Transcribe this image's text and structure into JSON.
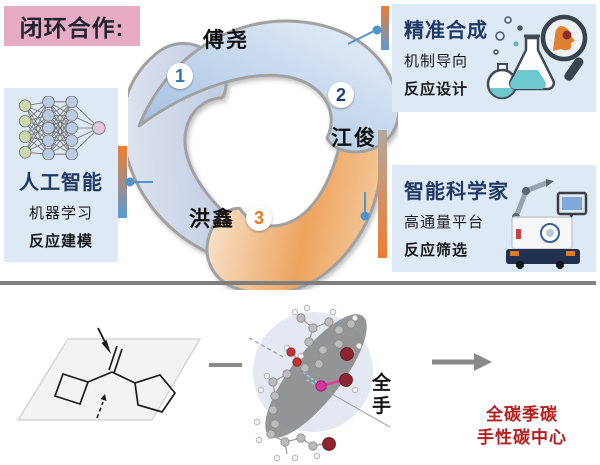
{
  "title": {
    "label": "闭环合作:"
  },
  "cycle": {
    "nodes": [
      {
        "num": "1",
        "name": "傅尧",
        "badge_color": "#2e74b5",
        "blade_color": "light-blue"
      },
      {
        "num": "2",
        "name": "江俊",
        "badge_color": "#1f4177",
        "blade_color": "orange"
      },
      {
        "num": "3",
        "name": "洪鑫",
        "badge_color": "#e87722",
        "blade_color": "lavender-blue"
      }
    ]
  },
  "boxes": {
    "ai": {
      "title": "人工智能",
      "line1": "机器学习",
      "line2": "反应建模",
      "icon": "neural-network-icon"
    },
    "synthesis": {
      "title": "精准合成",
      "line1": "机制导向",
      "line2": "反应设计",
      "icon": "flask-magnifier-icon"
    },
    "scientist": {
      "title": "智能科学家",
      "line1": "高通量平台",
      "line2": "反应筛选",
      "icon": "robot-icon"
    }
  },
  "bottom": {
    "clipped_label": {
      "line1": "全",
      "line2": "手"
    },
    "result_label": {
      "line1": "全碳季碳",
      "line2": "手性碳中心"
    }
  },
  "icons": [
    "neural-network-icon",
    "flask-magnifier-icon",
    "robot-icon",
    "swirl-cycle-arrows",
    "molecule-2d-sketch",
    "molecule-3d-model",
    "right-arrow-icon"
  ],
  "colors": {
    "box_bg": "#dde9f5",
    "title_navy": "#1f3864",
    "pink_bg": "#e7abc3",
    "accent_orange": "#ed7d31",
    "accent_blue": "#5b9bd5",
    "red_text": "#b22020",
    "divider_gray": "#7f7f7f"
  }
}
